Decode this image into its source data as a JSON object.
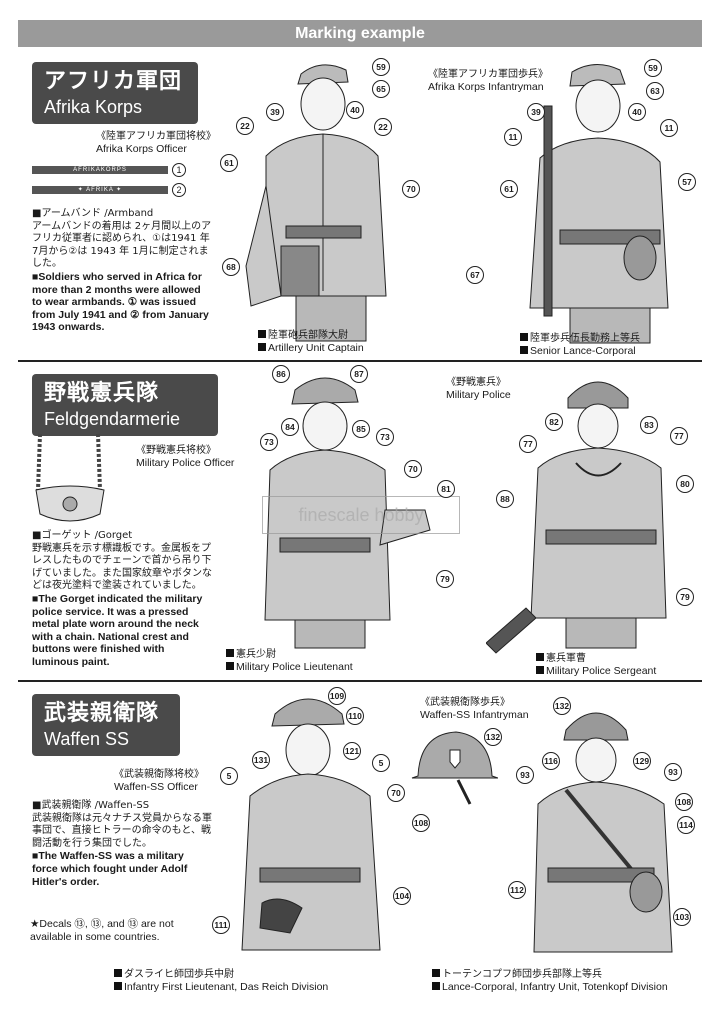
{
  "header": {
    "title": "Marking example"
  },
  "sections": [
    {
      "title_jp": "アフリカ軍団",
      "title_en": "Afrika Korps",
      "fig1_caption_jp": "《陸軍アフリカ軍団将校》",
      "fig1_caption_en": "Afrika Korps Officer",
      "fig2_caption_jp": "《陸軍アフリカ軍団歩兵》",
      "fig2_caption_en": "Afrika Korps Infantryman",
      "armband1_text": "AFRIKAKORPS",
      "armband2_text": "✦ AFRIKA ✦",
      "armband1_num": "1",
      "armband2_num": "2",
      "note_heading_jp": "■アームバンド /Armband",
      "note_jp": "アームバンドの着用は 2ヶ月間以上のアフリカ従軍者に認められ、①は1941 年 7月から②は 1943 年 1月に制定されました。",
      "note_en": "■Soldiers who served in Africa for more than 2 months were allowed to wear armbands. ① was issued from July 1941 and ② from January 1943 onwards.",
      "unit1_jp": "陸軍砲兵部隊大尉",
      "unit1_en": "Artillery Unit Captain",
      "unit2_jp": "陸軍歩兵伍長勤務上等兵",
      "unit2_en": "Senior Lance-Corporal"
    },
    {
      "title_jp": "野戦憲兵隊",
      "title_en": "Feldgendarmerie",
      "fig1_caption_jp": "《野戦憲兵将校》",
      "fig1_caption_en": "Military Police Officer",
      "fig2_caption_jp": "《野戦憲兵》",
      "fig2_caption_en": "Military Police",
      "note_heading_jp": "■ゴーゲット /Gorget",
      "note_jp": "野戦憲兵を示す標識板です。金属板をプレスしたものでチェーンで首から吊り下げていました。また国家紋章やボタンなどは夜光塗料で塗装されていました。",
      "note_en": "■The Gorget indicated the military police service. It was a pressed metal plate worn around the neck with a chain. National crest and buttons were finished with luminous paint.",
      "unit1_jp": "憲兵少尉",
      "unit1_en": "Military Police Lieutenant",
      "unit2_jp": "憲兵軍曹",
      "unit2_en": "Military Police Sergeant"
    },
    {
      "title_jp": "武装親衛隊",
      "title_en": "Waffen SS",
      "fig1_caption_jp": "《武装親衛隊将校》",
      "fig1_caption_en": "Waffen-SS Officer",
      "fig2_caption_jp": "《武装親衛隊歩兵》",
      "fig2_caption_en": "Waffen-SS Infantryman",
      "note_heading_jp": "■武装親衛隊 /Waffen-SS",
      "note_jp": "武装親衛隊は元々ナチス党員からなる軍事団で、直接ヒトラーの命令のもと、戦闘活動を行う集団でした。",
      "note_en": "■The Waffen-SS was a military force which fought under Adolf Hitler's order.",
      "footnote": "★Decals ⑬, ⑬, and ⑬ are not available in some countries.",
      "unit1_jp": "ダスライヒ師団歩兵中尉",
      "unit1_en": "Infantry First Lieutenant, Das Reich Division",
      "unit2_jp": "トーテンコプフ師団歩兵部隊上等兵",
      "unit2_en": "Lance-Corporal, Infantry Unit, Totenkopf Division"
    }
  ],
  "callouts": {
    "s1": [
      "59",
      "65",
      "39",
      "40",
      "22",
      "22",
      "61",
      "70",
      "68",
      "59",
      "63",
      "39",
      "40",
      "11",
      "11",
      "61",
      "57",
      "67"
    ],
    "s2": [
      "86",
      "87",
      "73",
      "84",
      "85",
      "73",
      "70",
      "81",
      "79",
      "82",
      "83",
      "77",
      "77",
      "88",
      "80",
      "79"
    ],
    "s3": [
      "109",
      "110",
      "131",
      "121",
      "5",
      "5",
      "70",
      "108",
      "104",
      "111",
      "132",
      "132",
      "116",
      "129",
      "93",
      "93",
      "108",
      "114",
      "112",
      "103"
    ]
  },
  "watermark": "finescale hobby"
}
